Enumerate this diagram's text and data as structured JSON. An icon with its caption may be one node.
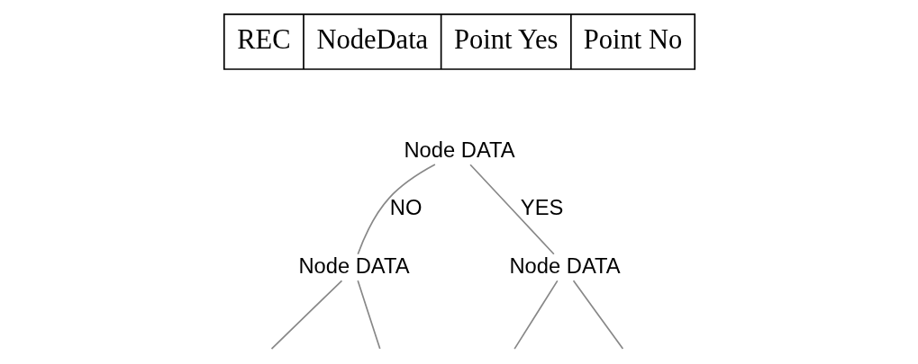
{
  "diagram": {
    "nodes": [
      {
        "text": [
          "REC",
          "NodeData",
          "Point Yes",
          "Point No"
        ]
      },
      {
        "text": [
          "Node DATA"
        ]
      },
      {
        "text": [
          "Node DATA"
        ]
      },
      {
        "text": [
          "Node DATA"
        ]
      }
    ],
    "edges": [
      {
        "from": 1,
        "to": 2,
        "arrow": "none",
        "label": "NO"
      },
      {
        "from": 1,
        "to": 3,
        "arrow": "none",
        "label": "YES"
      },
      {
        "from": 2,
        "to": null,
        "arrow": "none"
      },
      {
        "from": 2,
        "to": null,
        "arrow": "none"
      },
      {
        "from": 3,
        "to": null,
        "arrow": "none"
      },
      {
        "from": 3,
        "to": null,
        "arrow": "none"
      }
    ]
  }
}
